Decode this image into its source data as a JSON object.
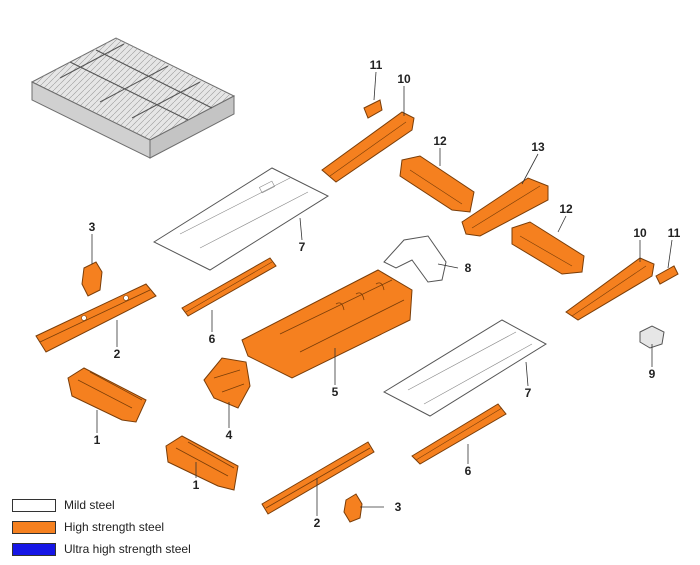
{
  "colors": {
    "mild": "#ffffff",
    "high": "#f5801f",
    "ultra": "#1616e6",
    "outline": "#7a3d08",
    "assembly_fill": "#e6e6e6",
    "assembly_stroke": "#6e6e6e"
  },
  "callouts": {
    "c1a": "1",
    "c1b": "1",
    "c2a": "2",
    "c2b": "2",
    "c3a": "3",
    "c3b": "3",
    "c4": "4",
    "c5": "5",
    "c6a": "6",
    "c6b": "6",
    "c7a": "7",
    "c7b": "7",
    "c8": "8",
    "c9": "9",
    "c10a": "10",
    "c10b": "10",
    "c11a": "11",
    "c11b": "11",
    "c12a": "12",
    "c12b": "12",
    "c13": "13"
  },
  "legend": [
    {
      "label": "Mild steel",
      "color": "#ffffff"
    },
    {
      "label": "High strength steel",
      "color": "#f5801f"
    },
    {
      "label": "Ultra high strength steel",
      "color": "#1616e6"
    }
  ]
}
